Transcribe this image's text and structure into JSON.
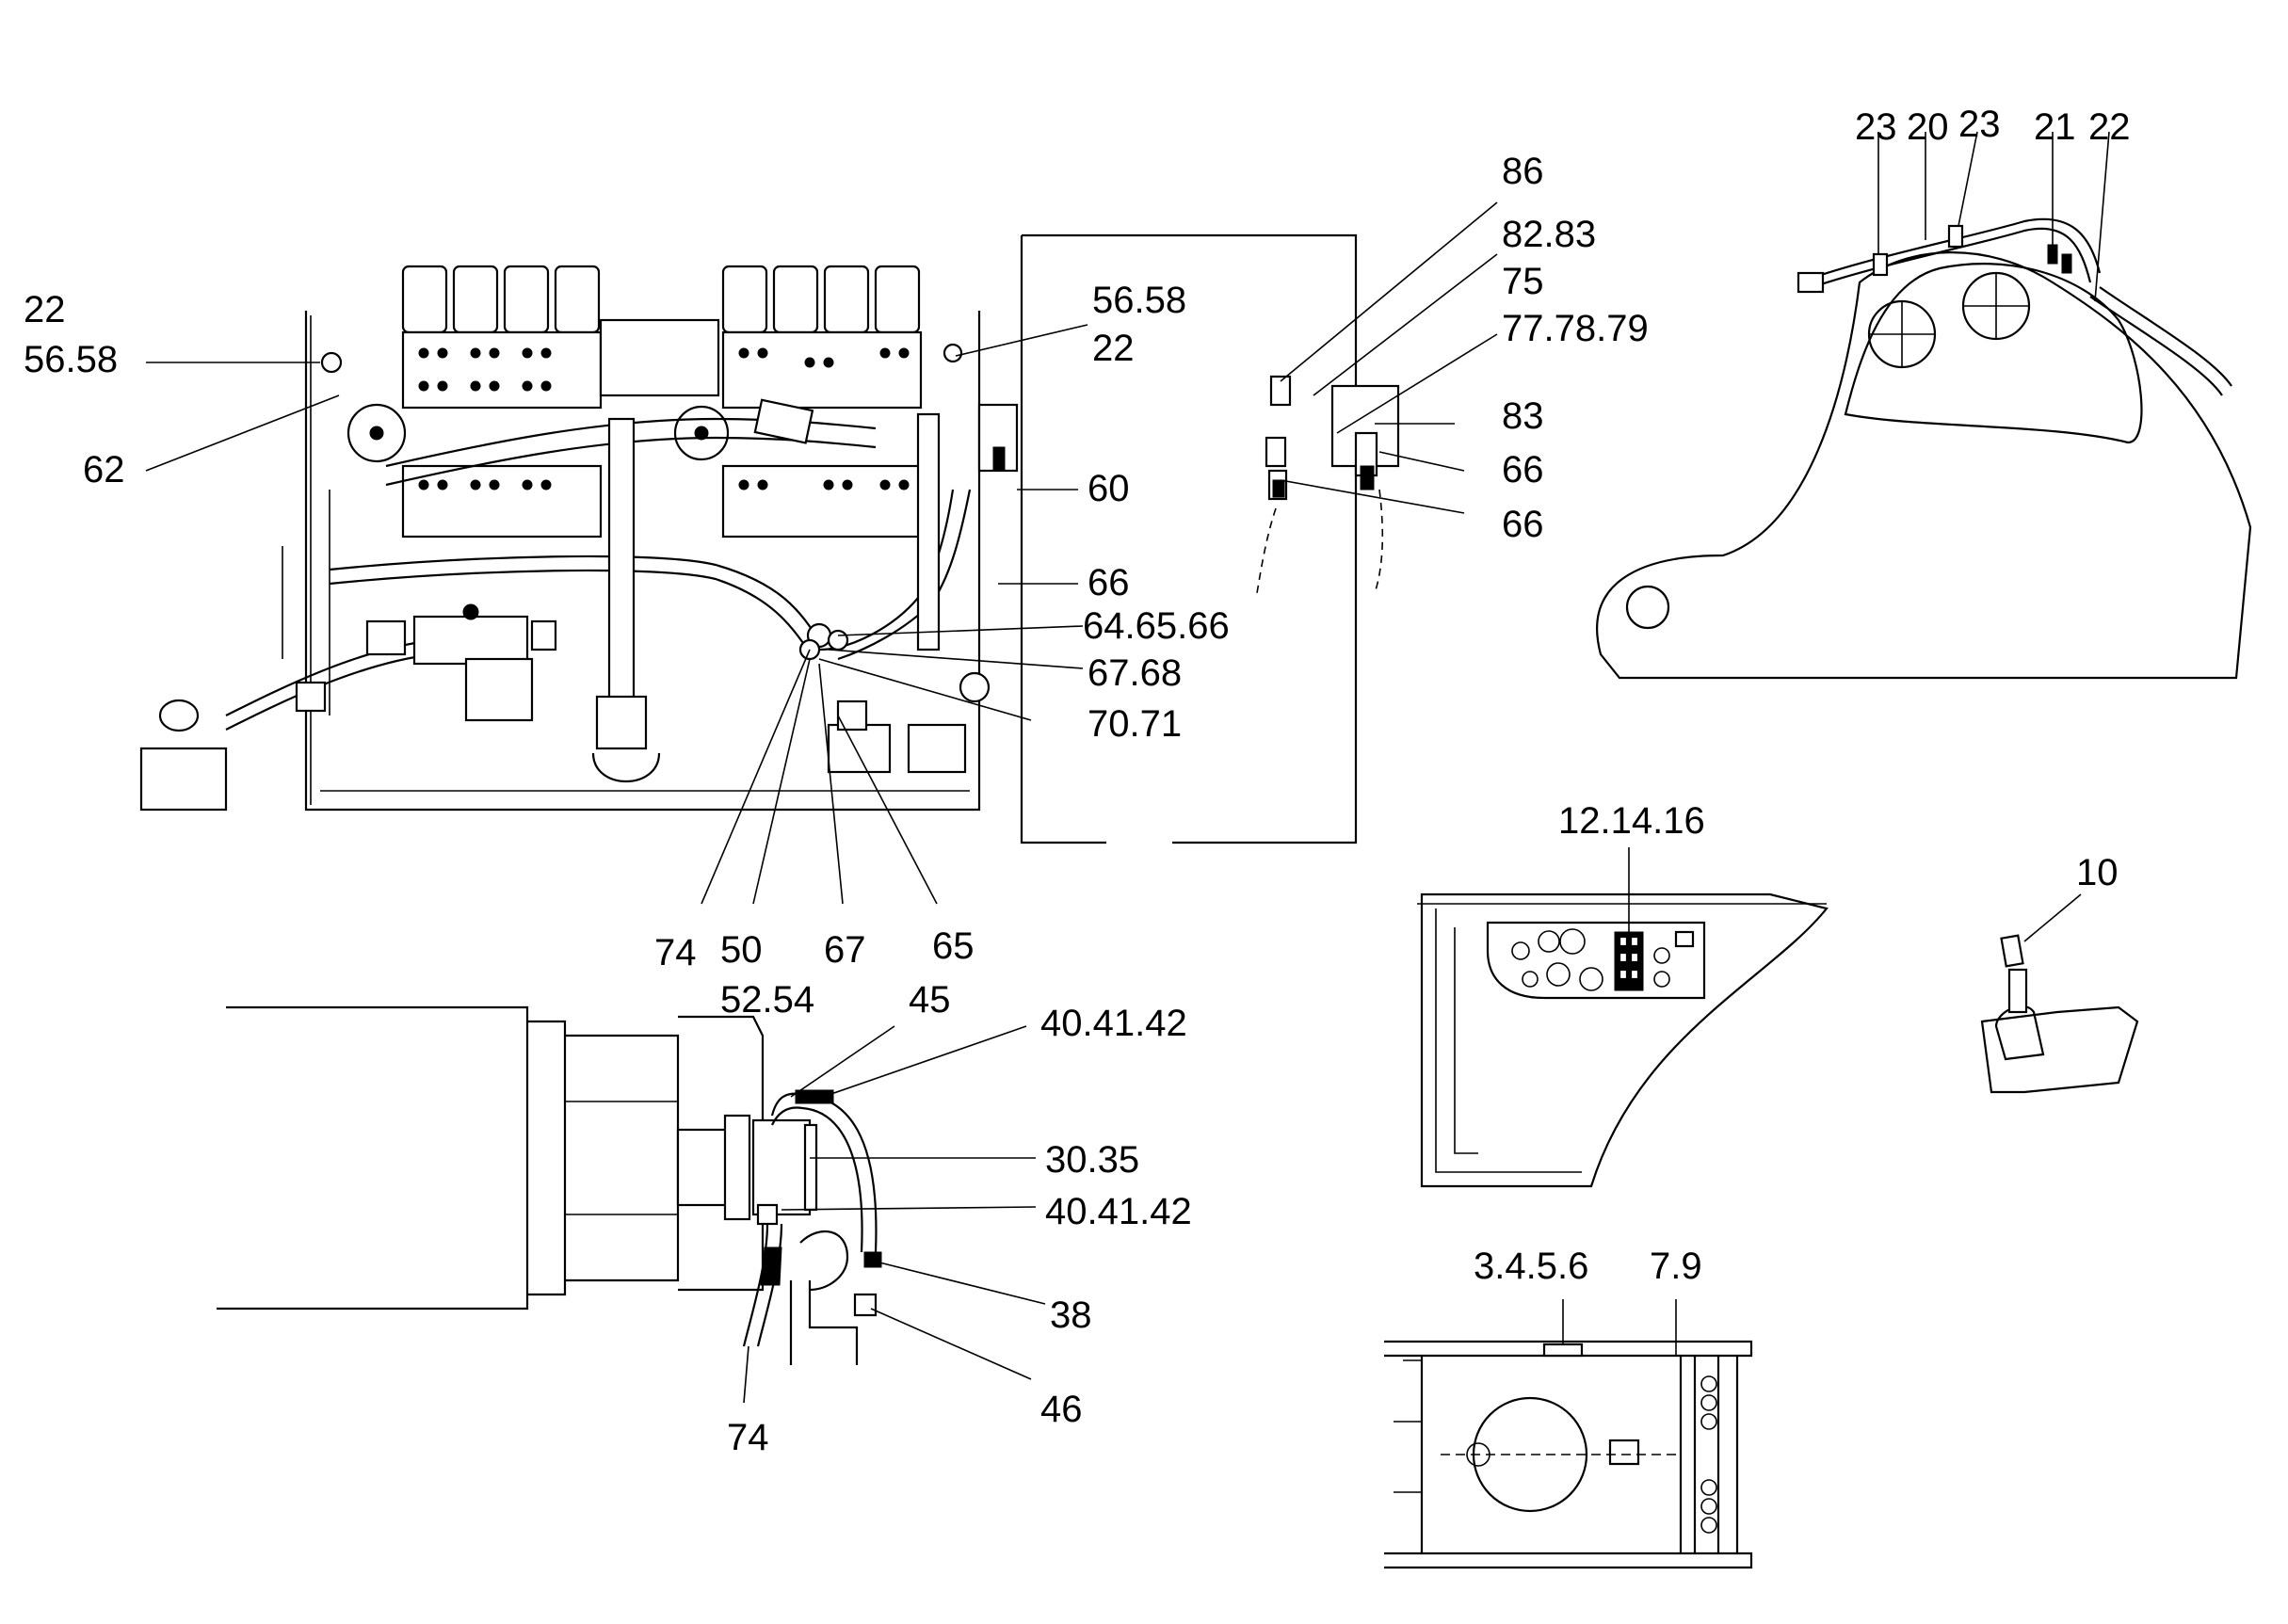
{
  "labels": {
    "main_22": "22",
    "main_5658": "56.58",
    "main_62": "62",
    "main_5658_r": "56.58",
    "main_22_r": "22",
    "main_60": "60",
    "main_66": "66",
    "main_646566": "64.65.66",
    "main_6768": "67.68",
    "main_7071": "70.71",
    "main_74": "74",
    "main_50": "50",
    "main_5254": "52.54",
    "main_67": "67",
    "main_65": "65",
    "panel_86": "86",
    "panel_8283": "82.83",
    "panel_75": "75",
    "panel_777879": "77.78.79",
    "panel_83": "83",
    "panel_66a": "66",
    "panel_66b": "66",
    "boom_23a": "23",
    "boom_20": "20",
    "boom_23b": "23",
    "boom_21": "21",
    "boom_22": "22",
    "cab_121416": "12.14.16",
    "joy_10": "10",
    "cyl_45": "45",
    "cyl_404142a": "40.41.42",
    "cyl_3035": "30.35",
    "cyl_404142b": "40.41.42",
    "cyl_38": "38",
    "cyl_46": "46",
    "cyl_74": "74",
    "frame_3456": "3.4.5.6",
    "frame_79": "7.9"
  }
}
